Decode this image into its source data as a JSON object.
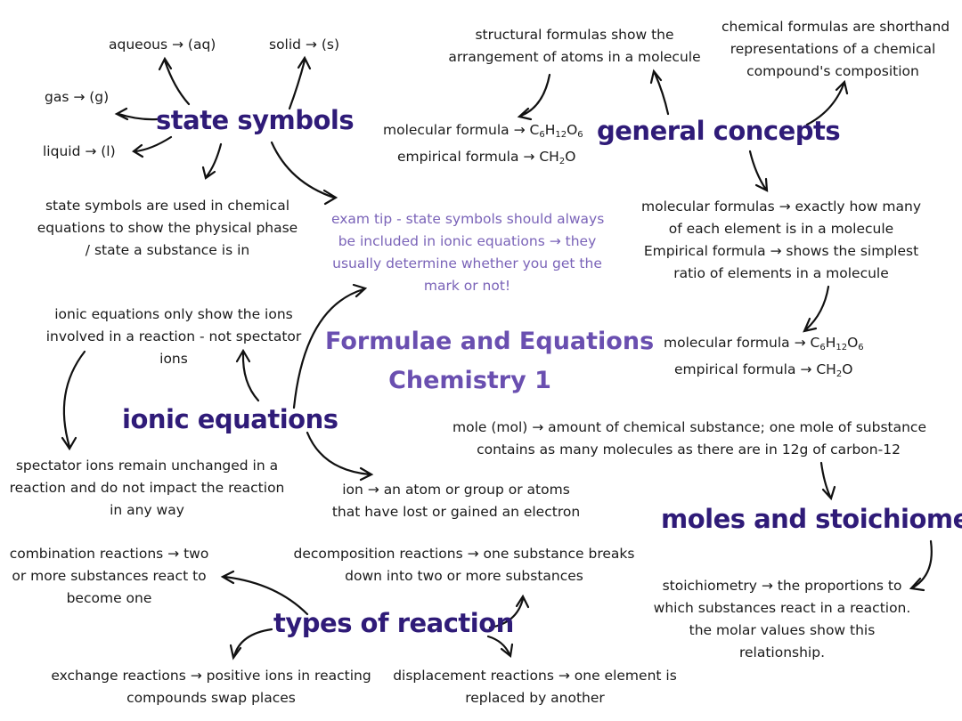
{
  "title": {
    "line1": "Formulae and Equations",
    "line2": "Chemistry 1"
  },
  "state_symbols": {
    "heading": "state symbols",
    "aqueous": "aqueous → (aq)",
    "solid": "solid → (s)",
    "gas": "gas → (g)",
    "liquid": "liquid → (l)",
    "definition": [
      "state symbols are used in chemical",
      "equations to show the physical phase",
      "/ state a substance is in"
    ],
    "exam_tip": [
      "exam tip - state symbols should always",
      "be included in ionic equations → they",
      "usually determine whether you get the",
      "mark or not!"
    ]
  },
  "general_concepts": {
    "heading": "general concepts",
    "structural": [
      "structural formulas show the",
      "arrangement of atoms in a molecule"
    ],
    "chemical": [
      "chemical formulas are shorthand",
      "representations of a chemical",
      "compound's composition"
    ],
    "molecular_example": {
      "prefix": "molecular formula → C",
      "sub1": "6",
      "mid1": "H",
      "sub2": "12",
      "mid2": "O",
      "sub3": "6"
    },
    "empirical_example": {
      "prefix": "empirical formula → CH",
      "sub1": "2",
      "suffix": "O"
    },
    "explanation": [
      "molecular formulas → exactly how many",
      "of each element is in a molecule",
      "Empirical formula → shows the simplest",
      "ratio of elements in a molecule"
    ]
  },
  "ionic_equations": {
    "heading": "ionic equations",
    "show_ions": [
      "ionic equations only show the ions",
      "involved in a reaction - not spectator",
      "ions"
    ],
    "spectator": [
      "spectator ions remain unchanged in a",
      "reaction and do not impact the reaction",
      "in any way"
    ],
    "ion": [
      "ion → an atom or group or atoms",
      "that have lost or gained an electron"
    ]
  },
  "moles": {
    "heading": "moles and stoichiometry",
    "mole": [
      "mole (mol) → amount of chemical substance; one mole of substance",
      "contains as many molecules as there are in 12g of carbon-12"
    ],
    "stoichiometry": [
      "stoichiometry → the proportions to",
      "which substances react in a reaction.",
      "the molar values show this",
      "relationship."
    ]
  },
  "reactions": {
    "heading": "types of reaction",
    "combination": [
      "combination reactions → two",
      "or more substances react to",
      "become one"
    ],
    "decomposition": [
      "decomposition reactions → one substance breaks",
      "down into two or more substances"
    ],
    "exchange": [
      "exchange reactions → positive ions in reacting",
      "compounds swap places"
    ],
    "displacement": [
      "displacement reactions → one element is",
      "replaced by another"
    ]
  }
}
